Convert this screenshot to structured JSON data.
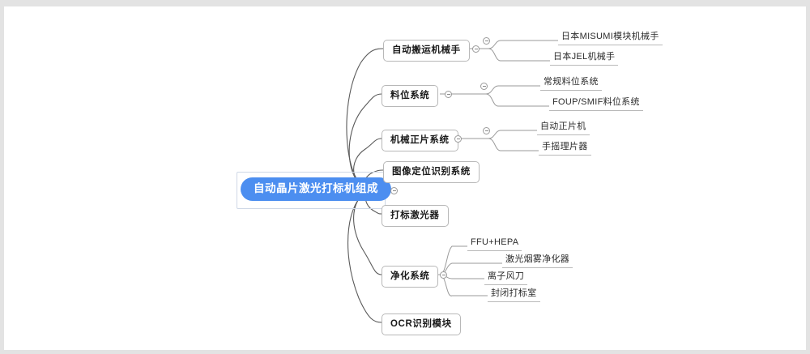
{
  "canvas": {
    "background": "#ffffff",
    "frame_color": "#e3e3e3"
  },
  "mindmap": {
    "type": "mindmap",
    "root": {
      "label": "自动晶片激光打标机组成",
      "color": "#4c8ef0",
      "text_color": "#ffffff",
      "toggle_icon": "collapse-minus-circle-icon",
      "selected": true
    },
    "branches": [
      {
        "label": "自动搬运机械手",
        "toggle_icon": "collapse-minus-circle-icon",
        "children": [
          {
            "label": "日本MISUMI模块机械手"
          },
          {
            "label": "日本JEL机械手"
          }
        ]
      },
      {
        "label": "料位系统",
        "toggle_icon": "collapse-minus-circle-icon",
        "children": [
          {
            "label": "常规料位系统"
          },
          {
            "label": "FOUP/SMIF料位系统"
          }
        ]
      },
      {
        "label": "机械正片系统",
        "toggle_icon": "collapse-minus-circle-icon",
        "children": [
          {
            "label": "自动正片机"
          },
          {
            "label": "手摇理片器"
          }
        ]
      },
      {
        "label": "图像定位识别系统",
        "children": []
      },
      {
        "label": "打标激光器",
        "children": []
      },
      {
        "label": "净化系统",
        "toggle_icon": "collapse-minus-circle-icon",
        "children": [
          {
            "label": "FFU+HEPA"
          },
          {
            "label": "激光烟雾净化器"
          },
          {
            "label": "离子风刀"
          },
          {
            "label": "封闭打标室"
          }
        ]
      },
      {
        "label": "OCR识别模块",
        "children": []
      }
    ]
  }
}
